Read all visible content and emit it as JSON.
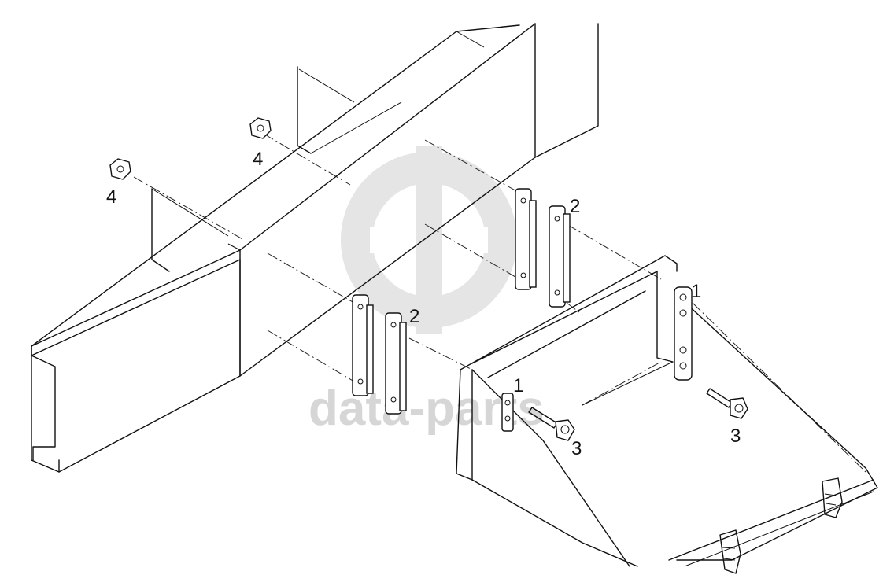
{
  "diagram": {
    "callouts": {
      "bracket_a": "1",
      "bracket_b": "1",
      "plate_upper": "2",
      "plate_lower": "2",
      "bolt_a": "3",
      "bolt_b": "3",
      "nut_a": "4",
      "nut_b": "4"
    }
  },
  "watermark": {
    "text": "data-parts",
    "color": "#cccccc"
  }
}
